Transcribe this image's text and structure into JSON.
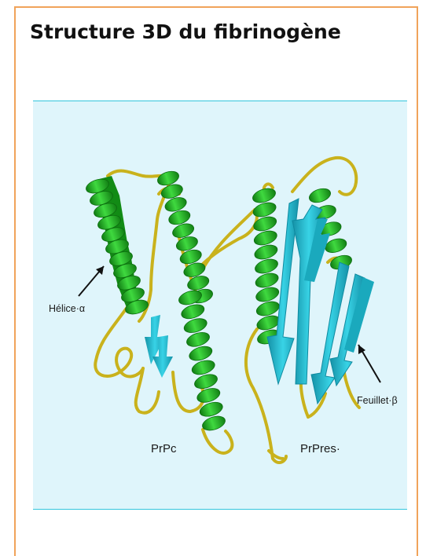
{
  "page": {
    "title": "Structure 3D du fibrinogène"
  },
  "figure": {
    "labels": {
      "helix": "Hélice·α",
      "sheet": "Feuillet·β",
      "left_name": "PrPc",
      "right_name": "PrPres·"
    },
    "colors": {
      "background": "#dff5fb",
      "helix": "#1aa11c",
      "helix_light": "#39d23a",
      "coil": "#c9b21c",
      "sheet": "#22b7cc",
      "card_border": "#f0a35a"
    }
  }
}
